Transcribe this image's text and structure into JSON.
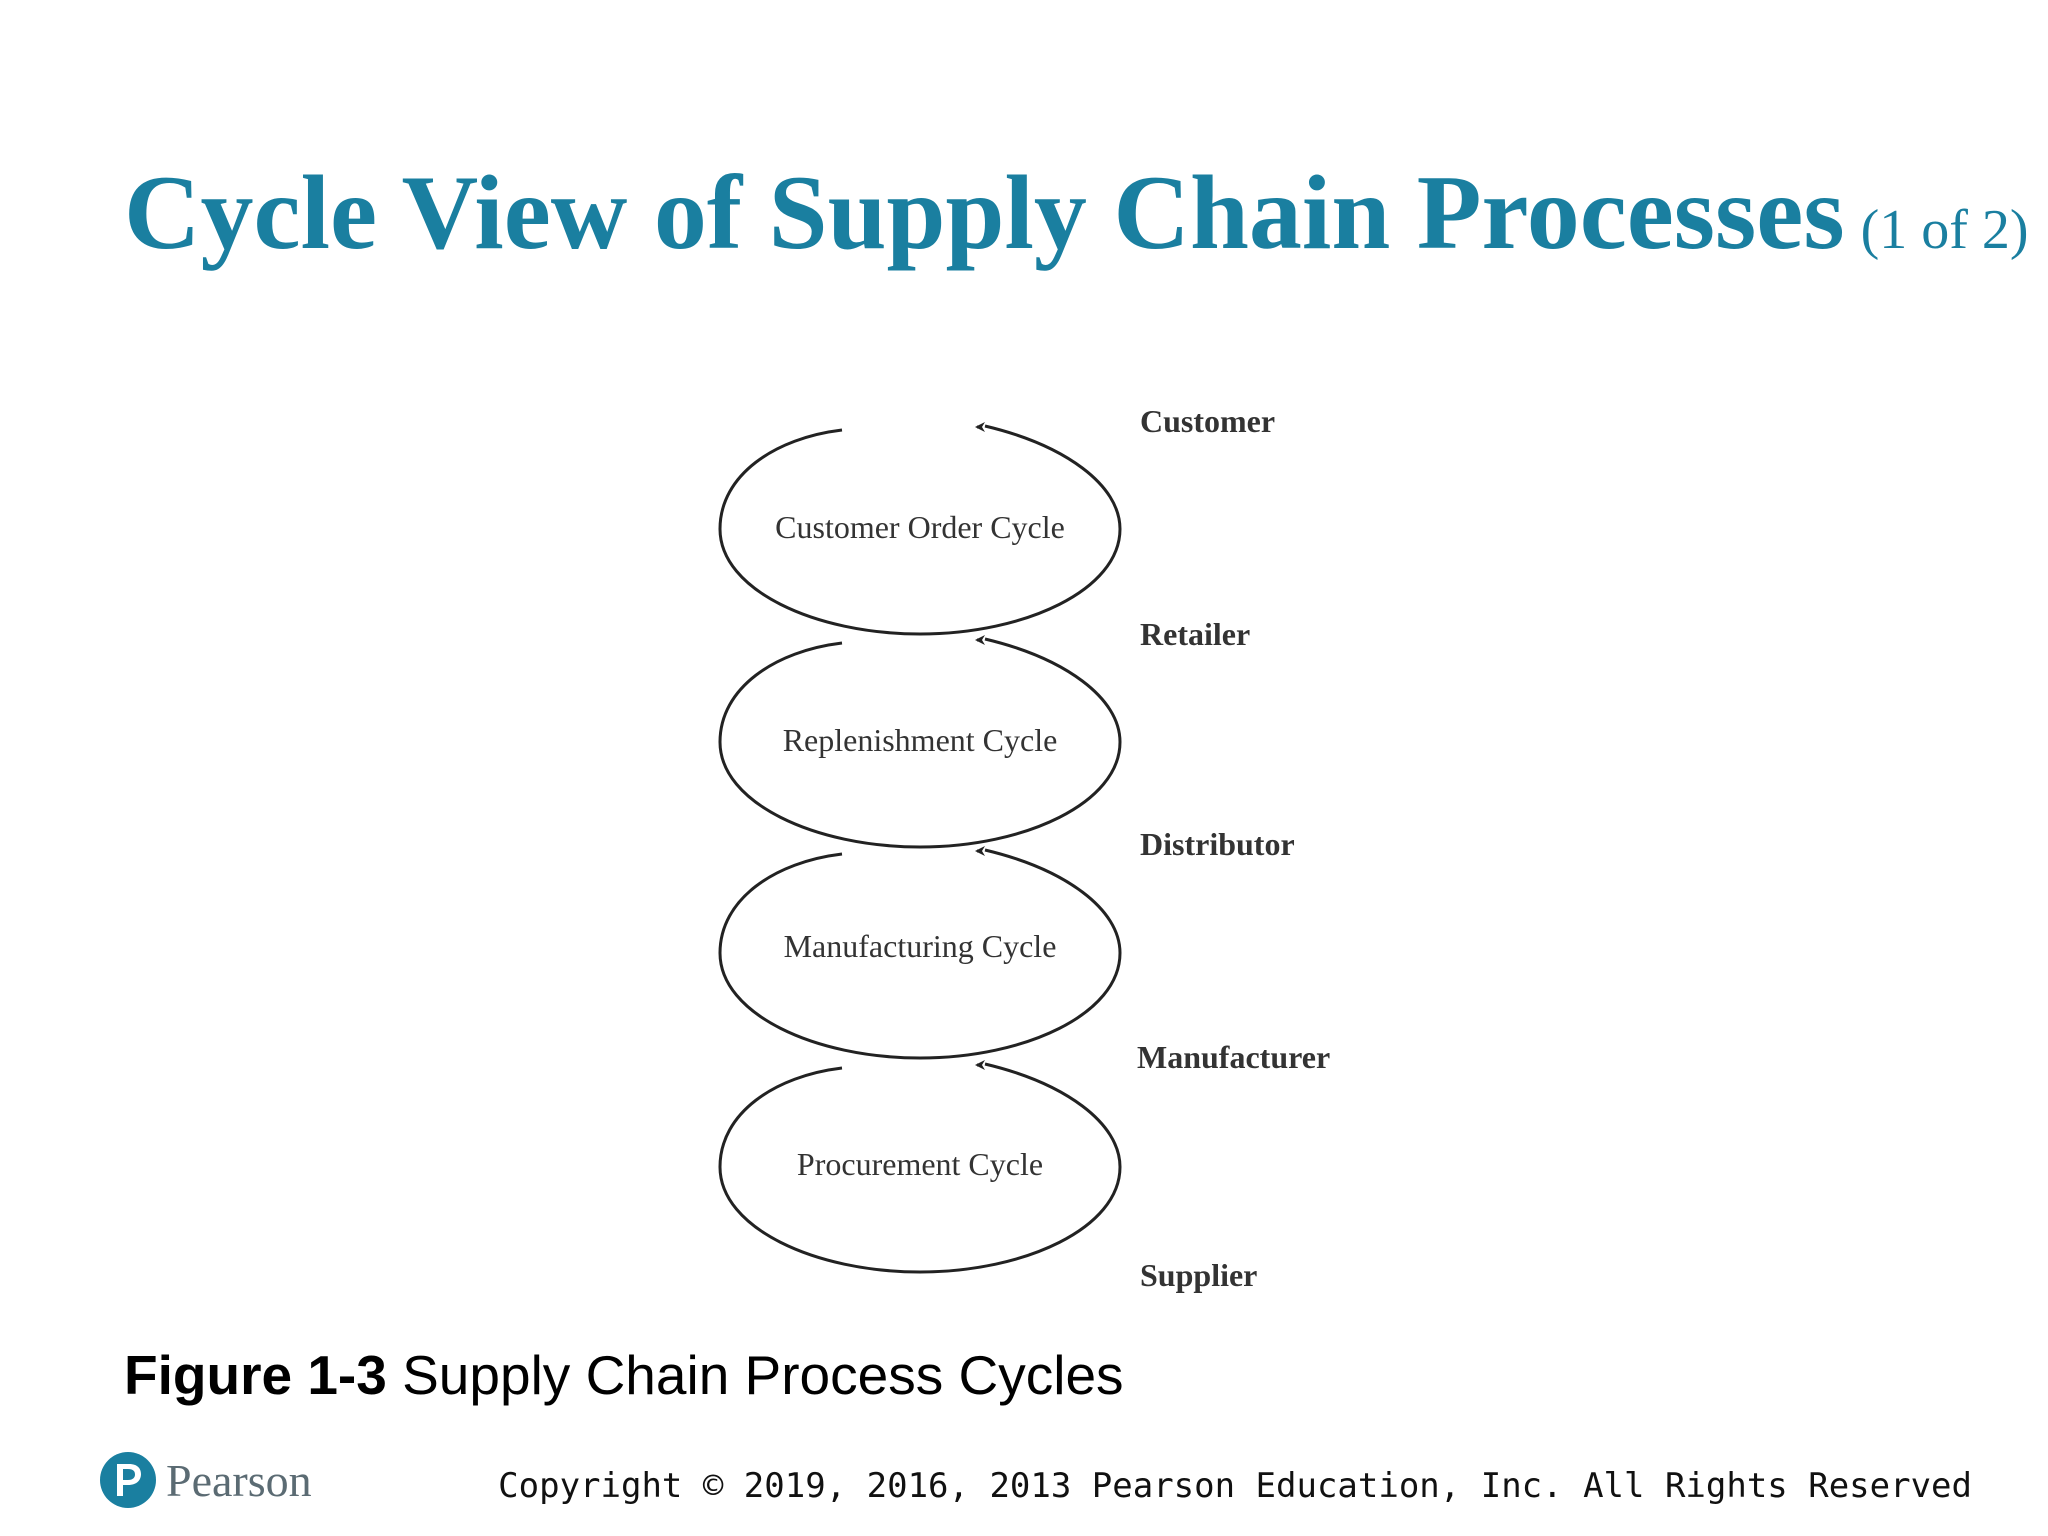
{
  "slide": {
    "title": "Cycle View of Supply Chain Processes",
    "title_part": "(1 of 2)",
    "accent_color": "#1a7fa0"
  },
  "diagram": {
    "cycles": [
      "Customer Order Cycle",
      "Replenishment Cycle",
      "Manufacturing Cycle",
      "Procurement Cycle"
    ],
    "stages": [
      "Customer",
      "Retailer",
      "Distributor",
      "Manufacturer",
      "Supplier"
    ]
  },
  "caption": {
    "figure_number": "Figure 1-3",
    "figure_title": "Supply Chain Process Cycles"
  },
  "footer": {
    "logo_text": "Pearson",
    "logo_icon": "pearson-p-icon",
    "copyright": "Copyright © 2019, 2016, 2013 Pearson Education, Inc. All Rights Reserved"
  }
}
